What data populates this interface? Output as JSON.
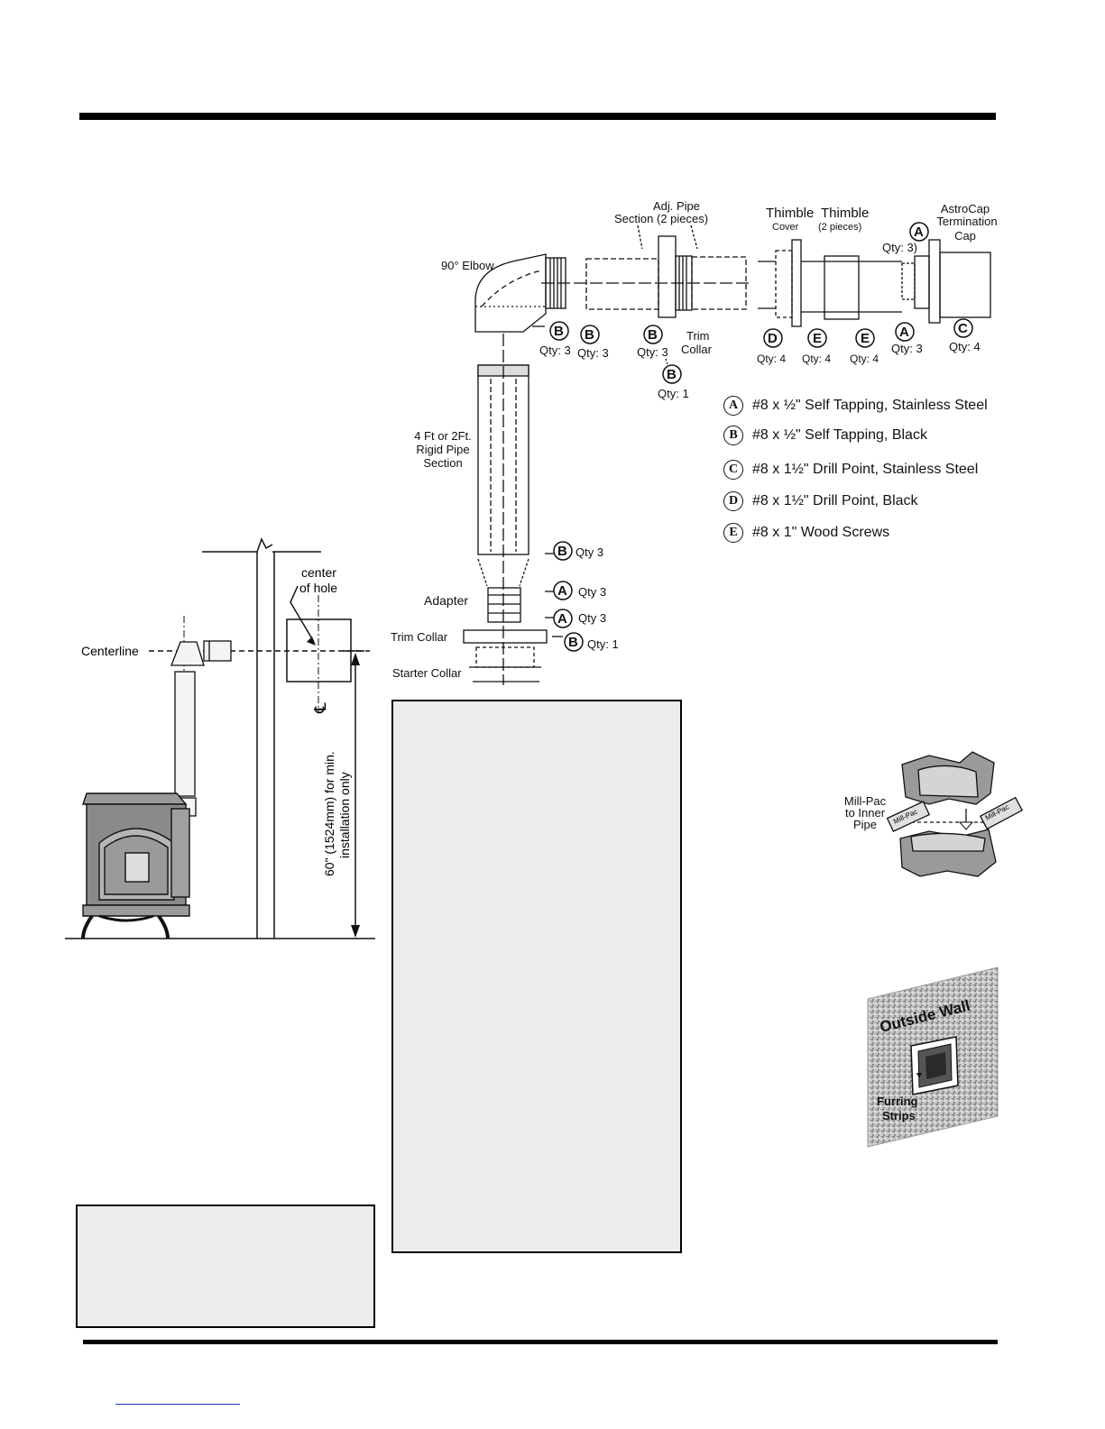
{
  "stove_diagram": {
    "centerline": "Centerline",
    "center_of_hole_1": "center",
    "center_of_hole_2": "of hole",
    "cl_symbol": "℄",
    "dimension_text_1": "60\" (1524mm) for min.",
    "dimension_text_2": "installation only"
  },
  "exploded_diagram": {
    "elbow": "90° Elbow",
    "adj_pipe_1": "Adj. Pipe",
    "adj_pipe_2": "Section (2 pieces)",
    "thimble_cover_1": "Thimble",
    "thimble_cover_2": "Cover",
    "thimble_1": "Thimble",
    "thimble_2": "(2 pieces)",
    "astrocap_1": "AstroCap",
    "astrocap_2": "Termination",
    "astrocap_3": "Cap",
    "trim_collar_top_1": "Trim",
    "trim_collar_top_2": "Collar",
    "rigid_pipe_1": "4 Ft or 2Ft.",
    "rigid_pipe_2": "Rigid Pipe",
    "rigid_pipe_3": "Section",
    "adapter": "Adapter",
    "trim_collar": "Trim Collar",
    "starter_collar": "Starter Collar",
    "qty_3_colon": "Qty: 3",
    "qty_3_comma": "Qty: 3",
    "qty_3_nocolon": "Qty 3",
    "qty_1": "Qty: 1",
    "qty_4": "Qty: 4",
    "qty_3_paren": "Qty: 3)"
  },
  "legend": [
    {
      "letter": "A",
      "text": "#8 x ½\" Self Tapping, Stainless Steel"
    },
    {
      "letter": "B",
      "text": "#8 x ½\" Self Tapping, Black"
    },
    {
      "letter": "C",
      "text": "#8 x 1½\" Drill Point, Stainless Steel"
    },
    {
      "letter": "D",
      "text": "#8 x 1½\" Drill Point, Black"
    },
    {
      "letter": "E",
      "text": "#8 x 1\" Wood Screws"
    }
  ],
  "millpac": {
    "label_1": "Mill-Pac",
    "label_2": "to Inner",
    "label_3": "Pipe",
    "tube_text": "Mill-Pac"
  },
  "outside_wall": {
    "title": "Outside Wall",
    "furring_1": "Furring",
    "furring_2": "Strips"
  }
}
